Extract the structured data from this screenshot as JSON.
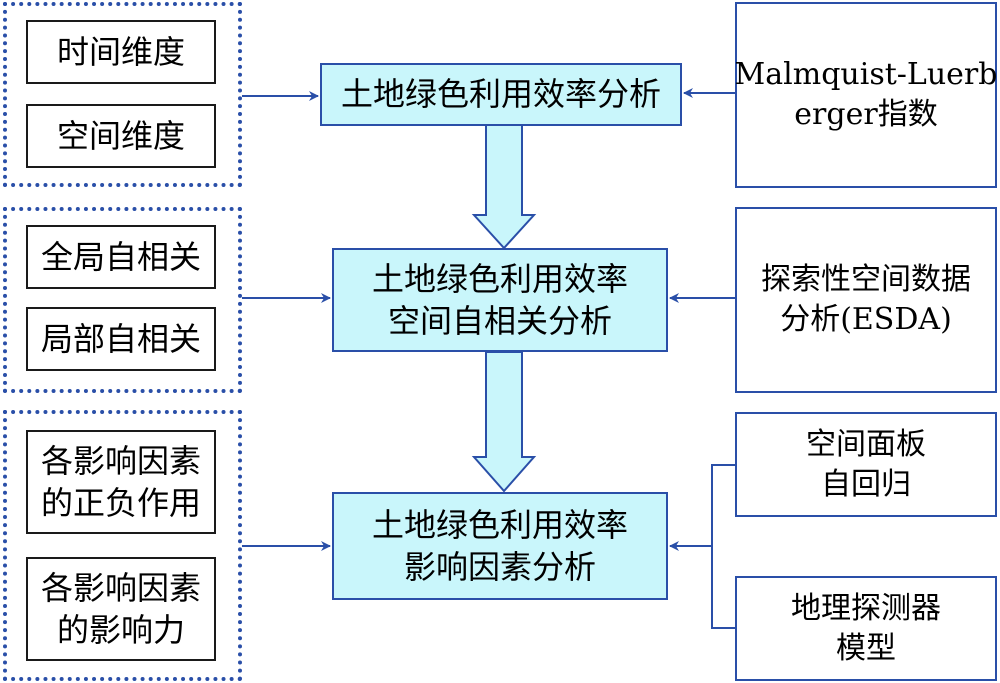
{
  "colors": {
    "arrow_blue": "#2a4fa8",
    "process_fill": "#c9f6fb",
    "dotted_border": "#2a4fa8"
  },
  "left_groups": [
    {
      "items": [
        [
          "时间维度"
        ],
        [
          "空间维度"
        ]
      ]
    },
    {
      "items": [
        [
          "全局自相关"
        ],
        [
          "局部自相关"
        ]
      ]
    },
    {
      "items": [
        [
          "各影响因素",
          "的正负作用"
        ],
        [
          "各影响因素",
          "的影响力"
        ]
      ]
    }
  ],
  "process": [
    [
      "土地绿色利用效率分析"
    ],
    [
      "土地绿色利用效率",
      "空间自相关分析"
    ],
    [
      "土地绿色利用效率",
      "影响因素分析"
    ]
  ],
  "methods": [
    [
      "Malmquist-Luerb",
      "erger指数"
    ],
    [
      "探索性空间数据",
      "分析(ESDA)"
    ],
    [
      "空间面板",
      "自回归"
    ],
    [
      "地理探测器",
      "模型"
    ]
  ]
}
